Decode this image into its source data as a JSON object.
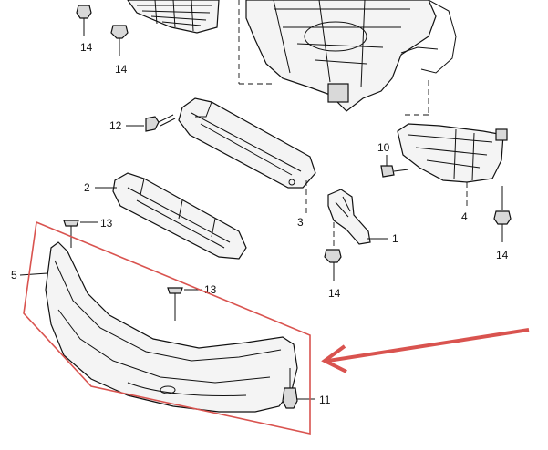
{
  "diagram": {
    "callouts": {
      "c14a": "14",
      "c14b": "14",
      "c12": "12",
      "c10": "10",
      "c2": "2",
      "c3": "3",
      "c4": "4",
      "c1": "1",
      "c13a": "13",
      "c13b": "13",
      "c5": "5",
      "c14c": "14",
      "c14d": "14",
      "c11": "11"
    },
    "colors": {
      "highlight": "#d9534f",
      "linework": "#111111"
    }
  }
}
